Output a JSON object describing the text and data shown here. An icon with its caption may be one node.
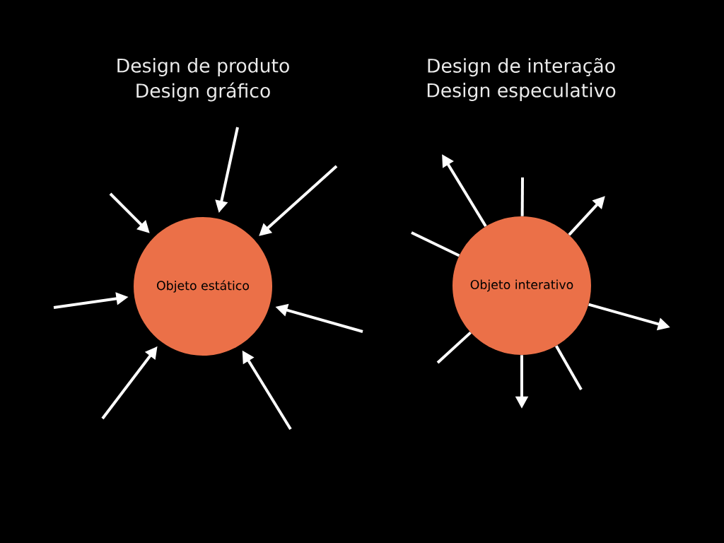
{
  "diagram": {
    "nodes": [
      {
        "text": [
          "Objeto estático"
        ],
        "beside": [
          "Design de produto",
          "Design gráfico"
        ]
      },
      {
        "text": [
          "Objeto interativo"
        ],
        "beside": [
          "Design de interação",
          "Design especulativo"
        ]
      }
    ],
    "edges": [
      {
        "from": null,
        "to": 0,
        "arrow": "to"
      },
      {
        "from": null,
        "to": 0,
        "arrow": "to"
      },
      {
        "from": null,
        "to": 0,
        "arrow": "to"
      },
      {
        "from": null,
        "to": 0,
        "arrow": "to"
      },
      {
        "from": null,
        "to": 0,
        "arrow": "to"
      },
      {
        "from": null,
        "to": 0,
        "arrow": "to"
      },
      {
        "from": null,
        "to": 0,
        "arrow": "to"
      },
      {
        "from": 1,
        "to": null,
        "arrow": "to"
      },
      {
        "from": 1,
        "to": null,
        "arrow": "none"
      },
      {
        "from": 1,
        "to": null,
        "arrow": "to"
      },
      {
        "from": 1,
        "to": null,
        "arrow": "none"
      },
      {
        "from": 1,
        "to": null,
        "arrow": "to"
      },
      {
        "from": 1,
        "to": null,
        "arrow": "none"
      },
      {
        "from": 1,
        "to": null,
        "arrow": "to"
      },
      {
        "from": 1,
        "to": null,
        "arrow": "none"
      }
    ]
  }
}
